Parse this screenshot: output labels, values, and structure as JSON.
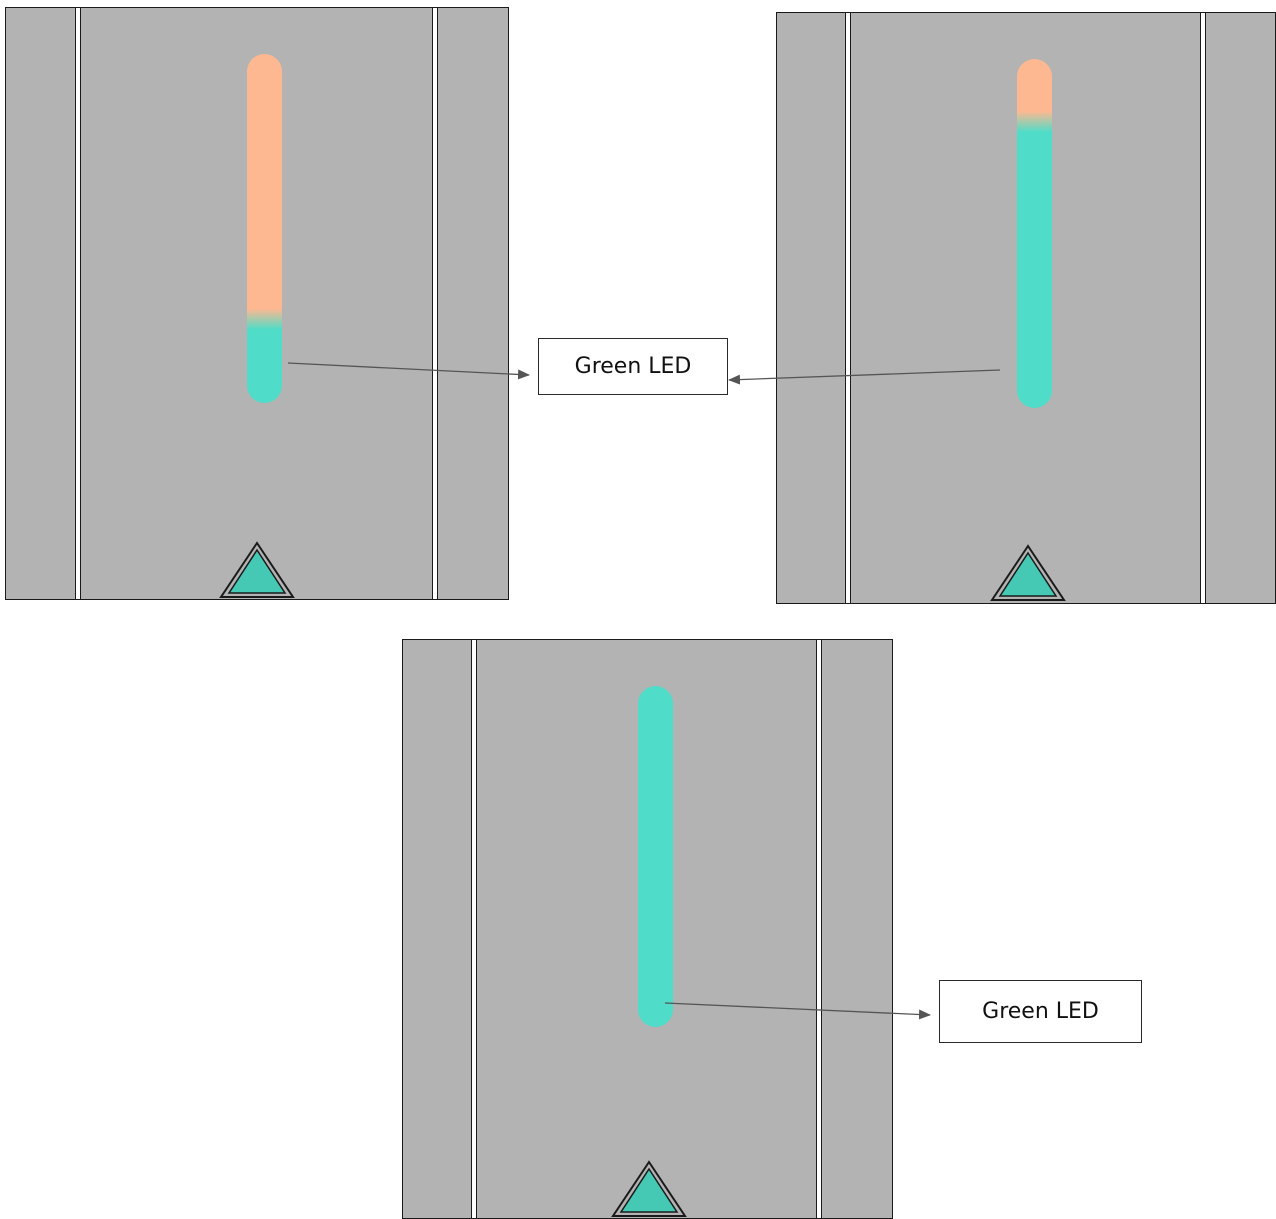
{
  "colors": {
    "panel": "#b3b3b3",
    "led_green": "#4fdcc8",
    "led_orange": "#fdb891",
    "triangle_fill": "#45c9b4",
    "arrow": "#555555"
  },
  "panels": [
    {
      "id": "top-left",
      "green_fraction": 0.24
    },
    {
      "id": "top-right",
      "green_fraction": 0.82
    },
    {
      "id": "bottom",
      "green_fraction": 1.0
    }
  ],
  "callouts": {
    "top_label": "Green LED",
    "bottom_label": "Green LED"
  },
  "icons": [
    "warning-triangle-icon"
  ]
}
